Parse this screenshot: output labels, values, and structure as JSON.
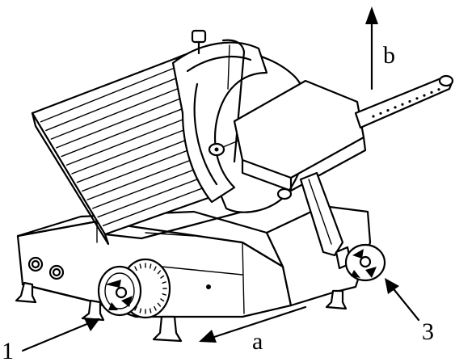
{
  "labels": {
    "label_1": "1",
    "label_3": "3",
    "label_a": "a",
    "label_b": "b"
  },
  "colors": {
    "ink": "#000000",
    "paper": "#ffffff"
  }
}
